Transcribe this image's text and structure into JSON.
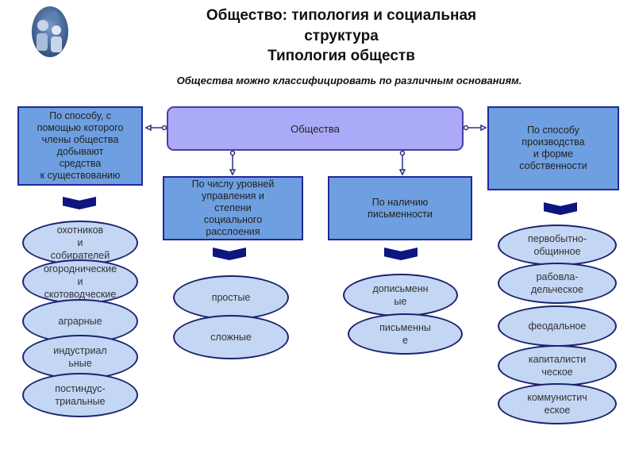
{
  "header": {
    "title_line1": "Общество: типология и социальная",
    "title_line2": "структура",
    "title_line3": "Типология обществ",
    "subtitle": "Общества можно классифицировать по различным основаниям."
  },
  "central": {
    "label": "Общества"
  },
  "categories": [
    {
      "label": "По способу, с\nпомощью которого\nчлены общества\nдобывают\nсредства\nк существованию",
      "items": [
        "охотников\nи\nсобирателей",
        "огороднические\nи\nскотоводческие",
        "аграрные",
        "индустриал\nьные",
        "постиндус-\nтриальные"
      ]
    },
    {
      "label": "По числу уровней\nуправления и\nстепени\nсоциального\nрасслоения",
      "items": [
        "простые",
        "сложные"
      ]
    },
    {
      "label": "По наличию\nписьменности",
      "items": [
        "дописьменн\nые",
        "письменны\nе"
      ]
    },
    {
      "label": "По способу\nпроизводства\nи форме\nсобственности",
      "items": [
        "первобытно-\nобщинное",
        "рабовла-\nдельческое",
        "феодальное",
        "капиталисти\nческое",
        "коммунистич\nеское"
      ]
    }
  ],
  "colors": {
    "box": "#6e9fe0",
    "central": "#aaaaf8",
    "ellipse": "#c3d6f3",
    "border": "#23289a"
  }
}
